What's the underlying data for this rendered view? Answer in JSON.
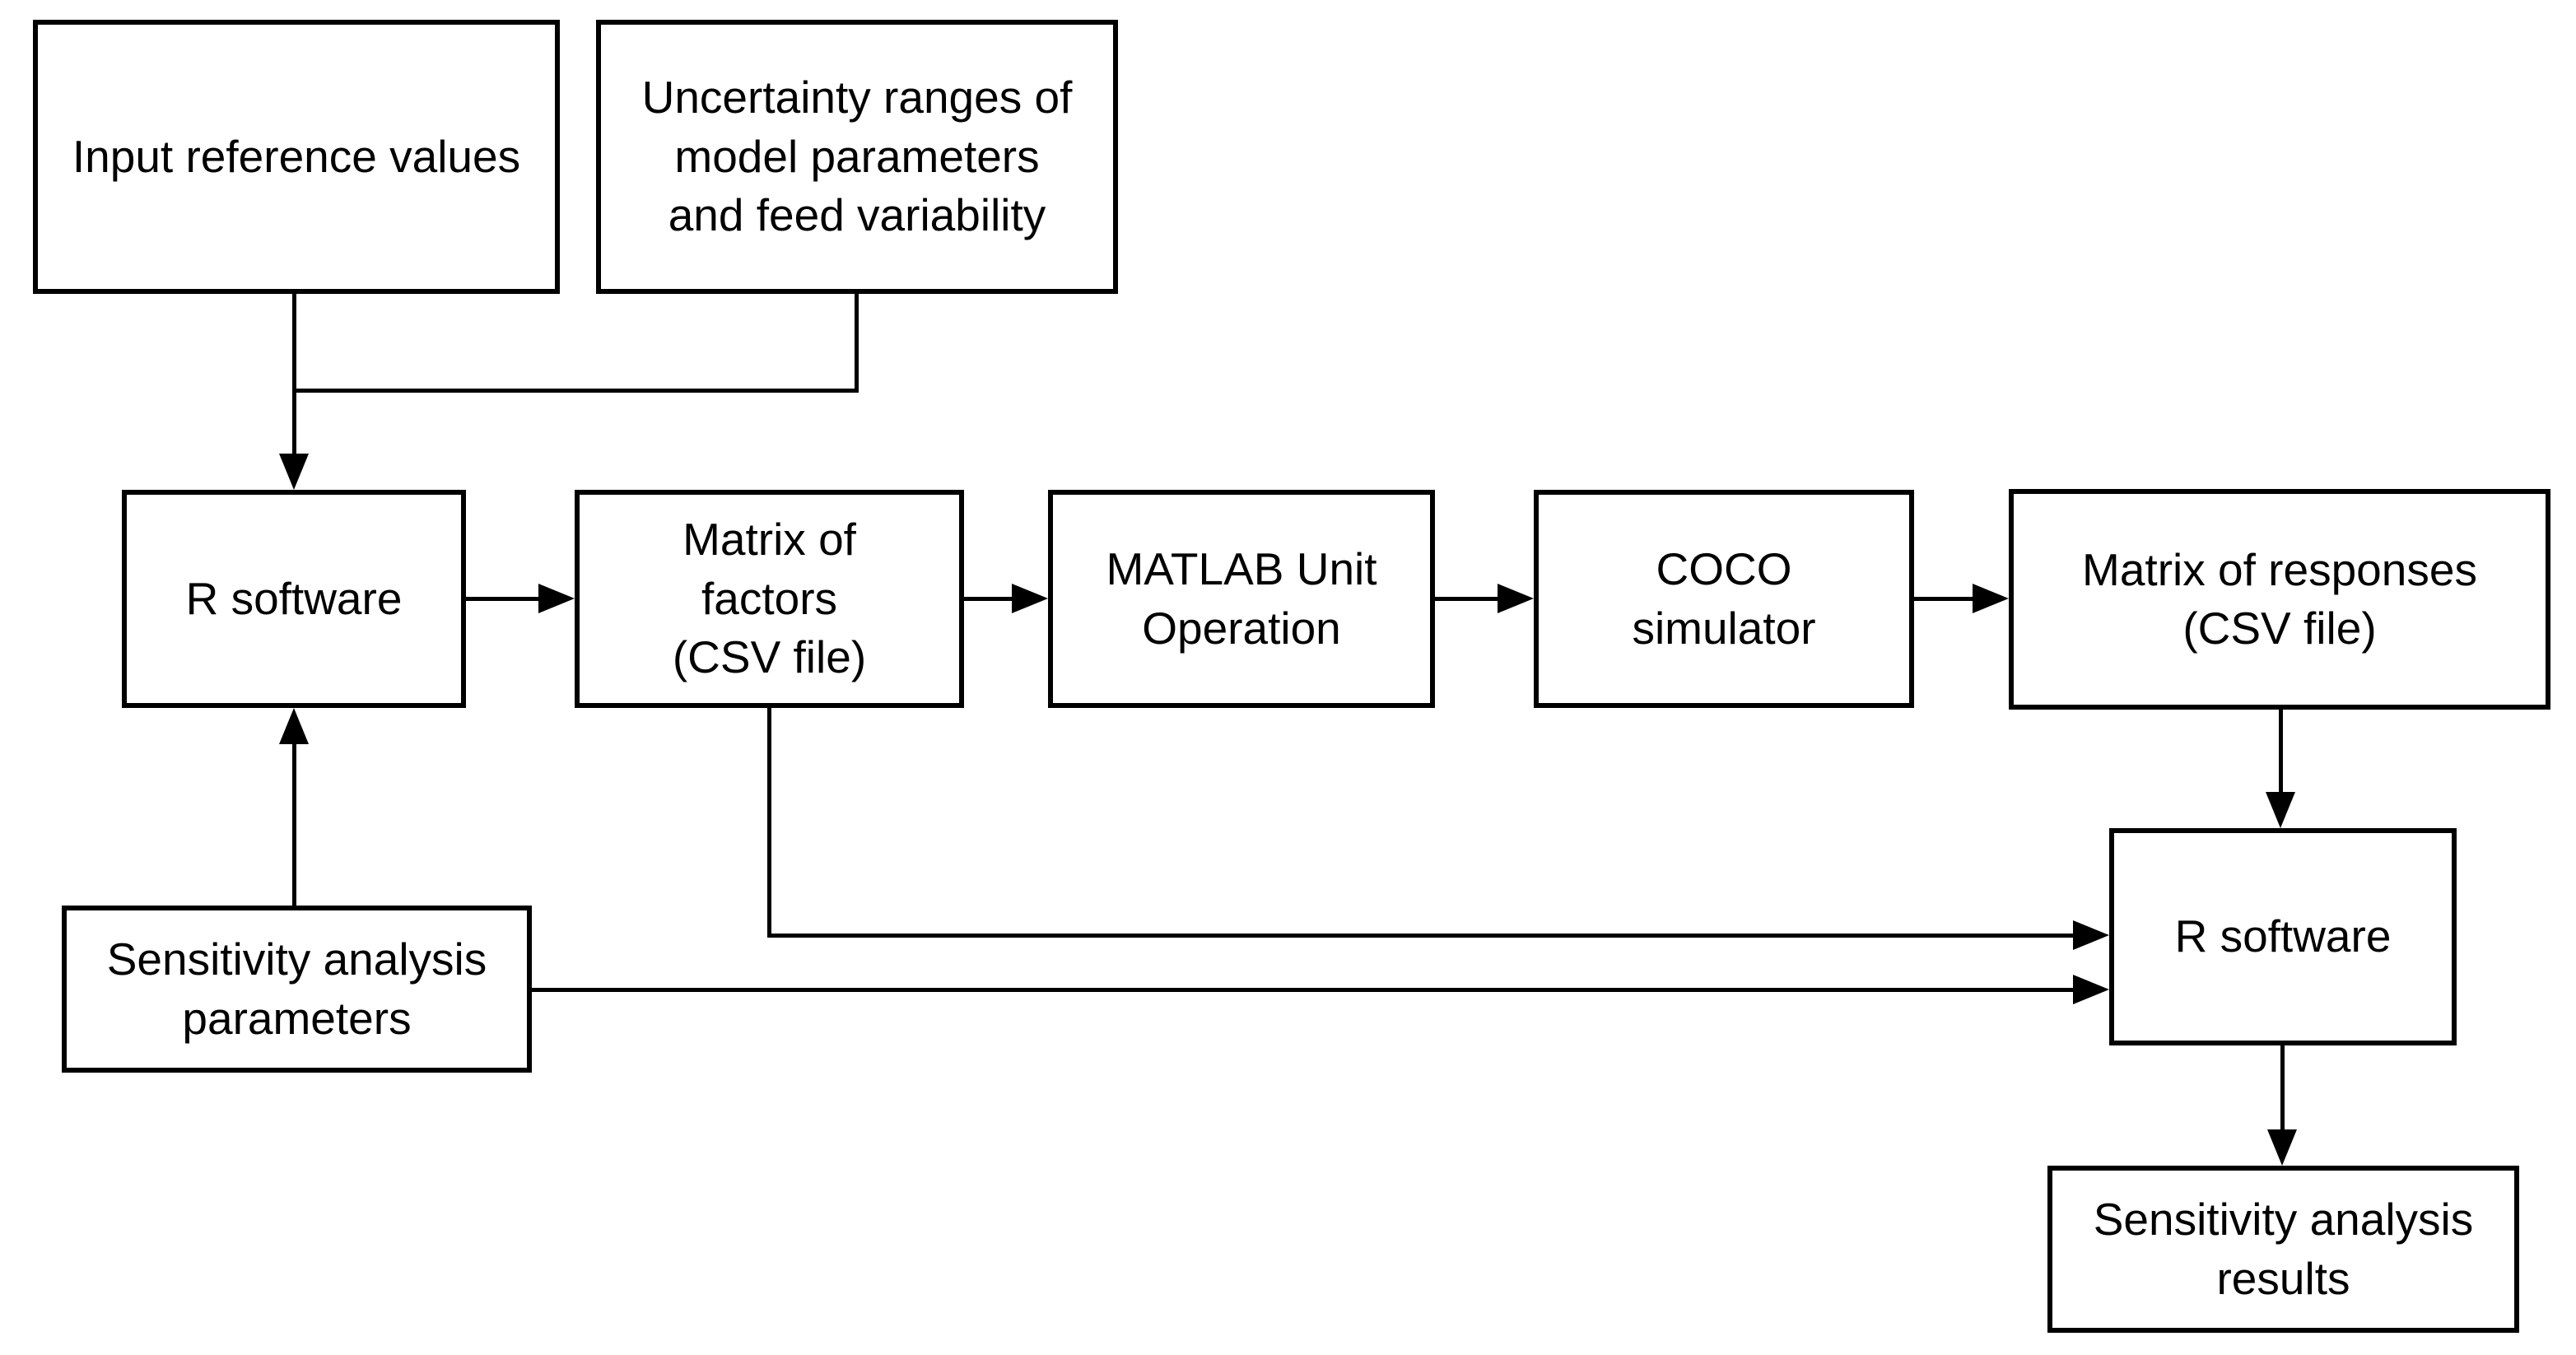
{
  "diagram": {
    "type": "flowchart",
    "colors": {
      "stroke": "#000000",
      "background": "#ffffff"
    },
    "nodes": {
      "input_reference": {
        "label": "Input reference values"
      },
      "uncertainty_ranges": {
        "label": "Uncertainty ranges of\nmodel parameters\nand feed variability"
      },
      "r_software_1": {
        "label": "R software"
      },
      "matrix_factors": {
        "label": "Matrix of\nfactors\n(CSV file)"
      },
      "matlab_unit": {
        "label": "MATLAB Unit\nOperation"
      },
      "coco_simulator": {
        "label": "COCO\nsimulator"
      },
      "matrix_responses": {
        "label": "Matrix of responses\n(CSV file)"
      },
      "sensitivity_params": {
        "label": "Sensitivity analysis\nparameters"
      },
      "r_software_2": {
        "label": "R software"
      },
      "sensitivity_results": {
        "label": "Sensitivity analysis\nresults"
      }
    },
    "edges": [
      {
        "from": "input_reference",
        "to": "r_software_1"
      },
      {
        "from": "uncertainty_ranges",
        "to": "r_software_1"
      },
      {
        "from": "sensitivity_params",
        "to": "r_software_1"
      },
      {
        "from": "r_software_1",
        "to": "matrix_factors"
      },
      {
        "from": "matrix_factors",
        "to": "matlab_unit"
      },
      {
        "from": "matlab_unit",
        "to": "coco_simulator"
      },
      {
        "from": "coco_simulator",
        "to": "matrix_responses"
      },
      {
        "from": "matrix_responses",
        "to": "r_software_2"
      },
      {
        "from": "matrix_factors",
        "to": "r_software_2"
      },
      {
        "from": "sensitivity_params",
        "to": "r_software_2"
      },
      {
        "from": "r_software_2",
        "to": "sensitivity_results"
      }
    ]
  }
}
